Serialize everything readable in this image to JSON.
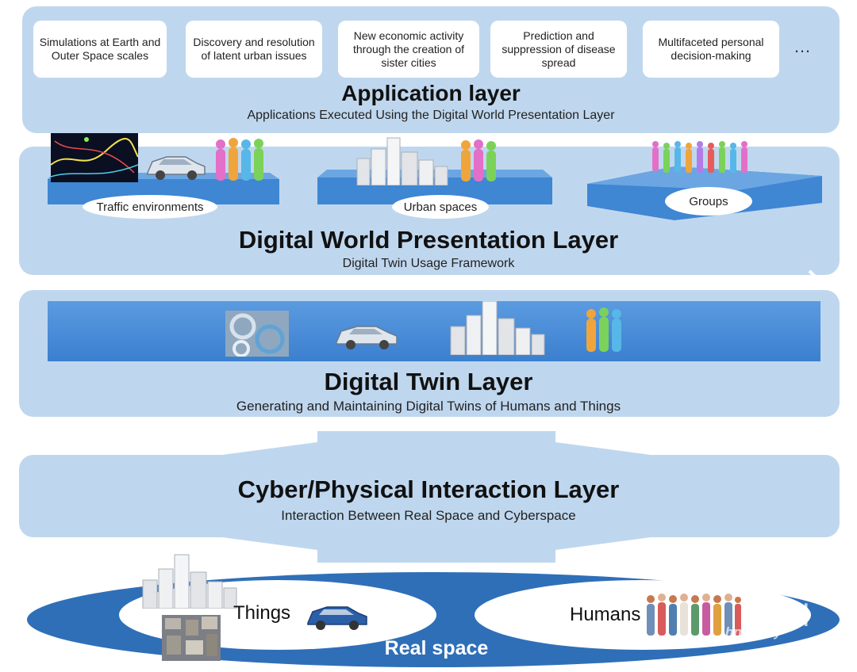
{
  "application_layer": {
    "boxes": [
      "Simulations at Earth and Outer Space scales",
      "Discovery and resolution of latent urban issues",
      "New economic activity through the creation of sister cities",
      "Prediction and suppression of disease spread",
      "Multifaceted personal decision-making"
    ],
    "ellipsis": "…",
    "title": "Application layer",
    "subtitle": "Applications Executed Using the Digital World Presentation Layer"
  },
  "presentation_layer": {
    "labels": [
      "Traffic environments",
      "Urban spaces",
      "Groups"
    ],
    "title": "Digital World Presentation Layer",
    "subtitle": "Digital Twin Usage Framework"
  },
  "twin_layer": {
    "title": "Digital Twin Layer",
    "subtitle": "Generating and Maintaining Digital Twins of Humans and Things"
  },
  "interaction_layer": {
    "title": "Cyber/Physical Interaction Layer",
    "subtitle": "Interaction Between Real Space and Cyberspace"
  },
  "real_space": {
    "things": "Things",
    "humans": "Humans",
    "label": "Real space"
  },
  "watermark": {
    "korean": "투데이",
    "latin": "hn today"
  },
  "colors": {
    "panel": "#bfd7ee",
    "platform": "#3f86d3",
    "real_space": "#2f6fb8"
  }
}
